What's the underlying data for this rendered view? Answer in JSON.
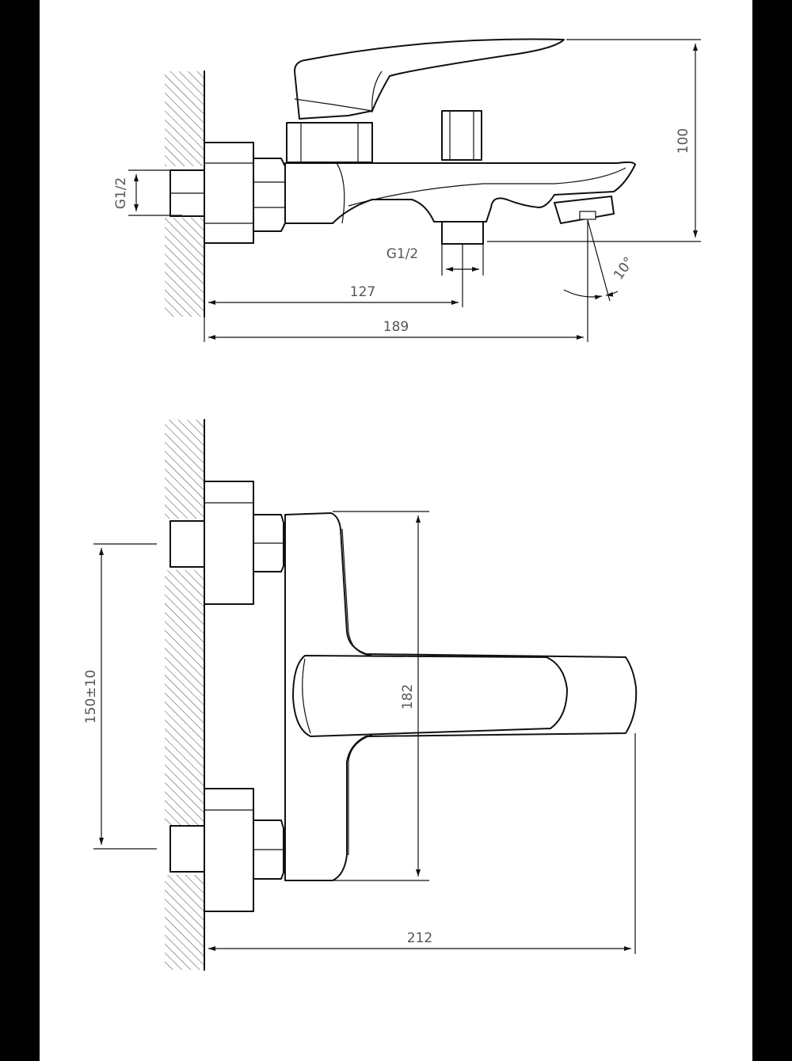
{
  "side_view": {
    "dim_height": "100",
    "dim_inlet_thread": "G1/2",
    "dim_outlet_thread": "G1/2",
    "dim_outlet_distance": "127",
    "dim_total_depth": "189",
    "dim_spout_angle": "10°"
  },
  "front_view": {
    "dim_inlet_spacing": "150±10",
    "dim_body_height": "182",
    "dim_total_length": "212"
  },
  "colors": {
    "line": "#111111",
    "dimension_text": "#555555",
    "background": "#ffffff",
    "frame": "#000000"
  }
}
